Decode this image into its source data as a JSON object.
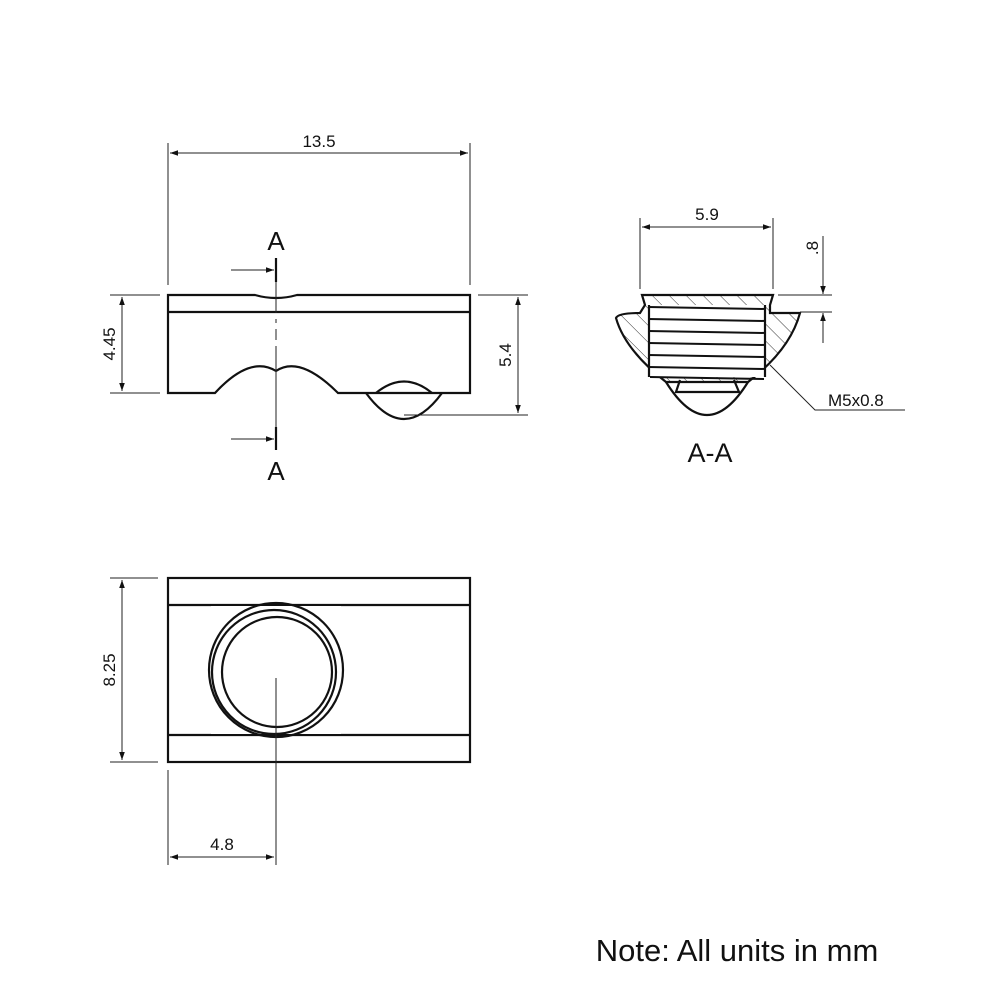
{
  "dimensions": {
    "overall_length": "13.5",
    "body_height": "4.45",
    "total_height": "5.4",
    "section_width": "5.9",
    "chamfer_depth": ".8",
    "thread": "M5x0.8",
    "width": "8.25",
    "hole_offset": "4.8"
  },
  "labels": {
    "section_mark_top": "A",
    "section_mark_bottom": "A",
    "section_title": "A-A"
  },
  "note": "Note: All units in mm",
  "colors": {
    "line": "#111111",
    "background": "#ffffff"
  }
}
